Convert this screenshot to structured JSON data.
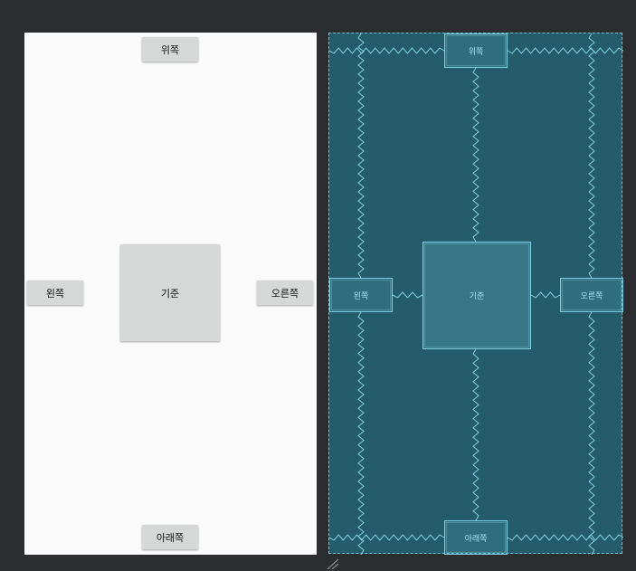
{
  "design": {
    "buttons": {
      "top": "위쪽",
      "left": "왼쪽",
      "center": "기준",
      "right": "오른쪽",
      "bottom": "아래쪽"
    }
  },
  "blueprint": {
    "buttons": {
      "top": "위쪽",
      "left": "왼쪽",
      "center": "기준",
      "right": "오른쪽",
      "bottom": "아래쪽"
    }
  },
  "colors": {
    "canvas_bg": "#2b2d30",
    "design_bg": "#fafafa",
    "button_bg": "#d6d7d7",
    "blueprint_bg": "#255c6b",
    "blueprint_line": "#7fd0e2"
  }
}
